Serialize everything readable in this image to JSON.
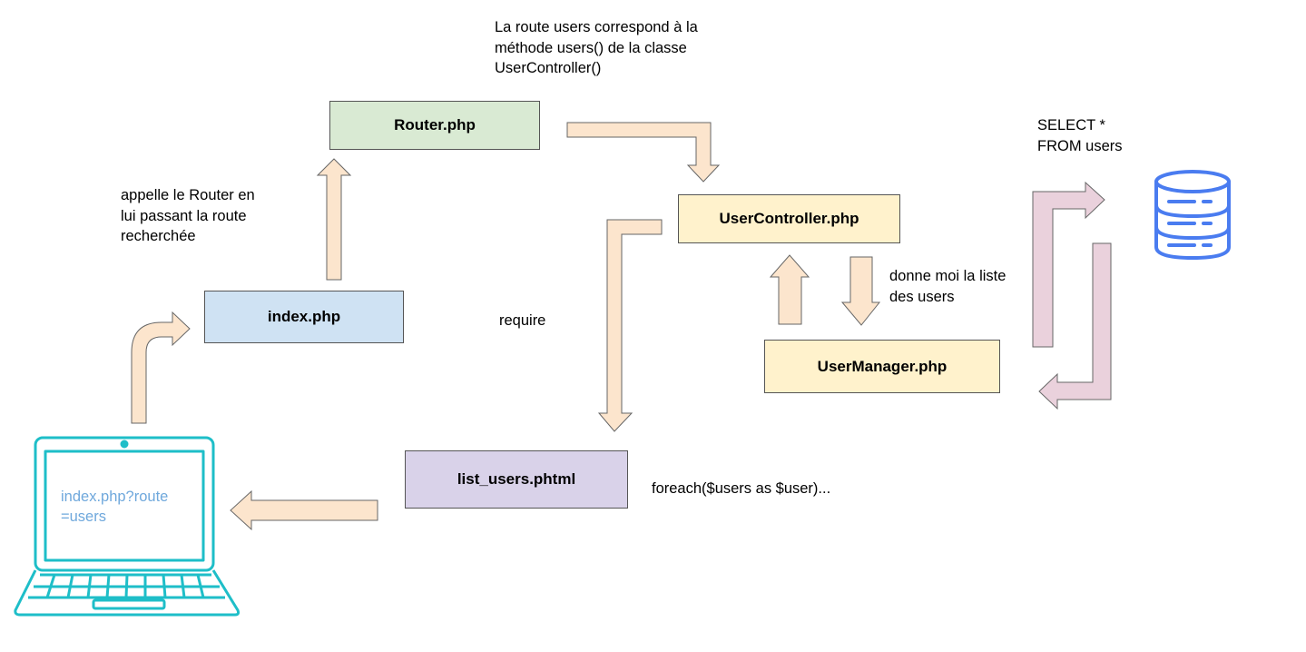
{
  "boxes": {
    "router": "Router.php",
    "index": "index.php",
    "usercontroller": "UserController.php",
    "usermanager": "UserManager.php",
    "listusers": "list_users.phtml"
  },
  "notes": {
    "route_line1": "La route users correspond à la",
    "route_line2": "méthode users() de la classe",
    "route_line3": "UserController()",
    "appelle_line1": "appelle le Router en",
    "appelle_line2": "lui passant la route",
    "appelle_line3": "recherchée",
    "require": "require",
    "donne_line1": "donne moi la liste",
    "donne_line2": "des users",
    "sql_line1": "SELECT *",
    "sql_line2": "FROM users",
    "foreach": "foreach($users as $user)..."
  },
  "laptop": {
    "url_line1": "index.php?route",
    "url_line2": "=users"
  },
  "colors": {
    "router_fill": "#d9ead3",
    "index_fill": "#cfe2f3",
    "controller_fill": "#fff2cc",
    "listusers_fill": "#d9d2e9",
    "arrow_peach": "#fce5cd",
    "arrow_pink": "#ead1dc",
    "laptop": "#1ebec8",
    "database": "#4a7cf0"
  }
}
